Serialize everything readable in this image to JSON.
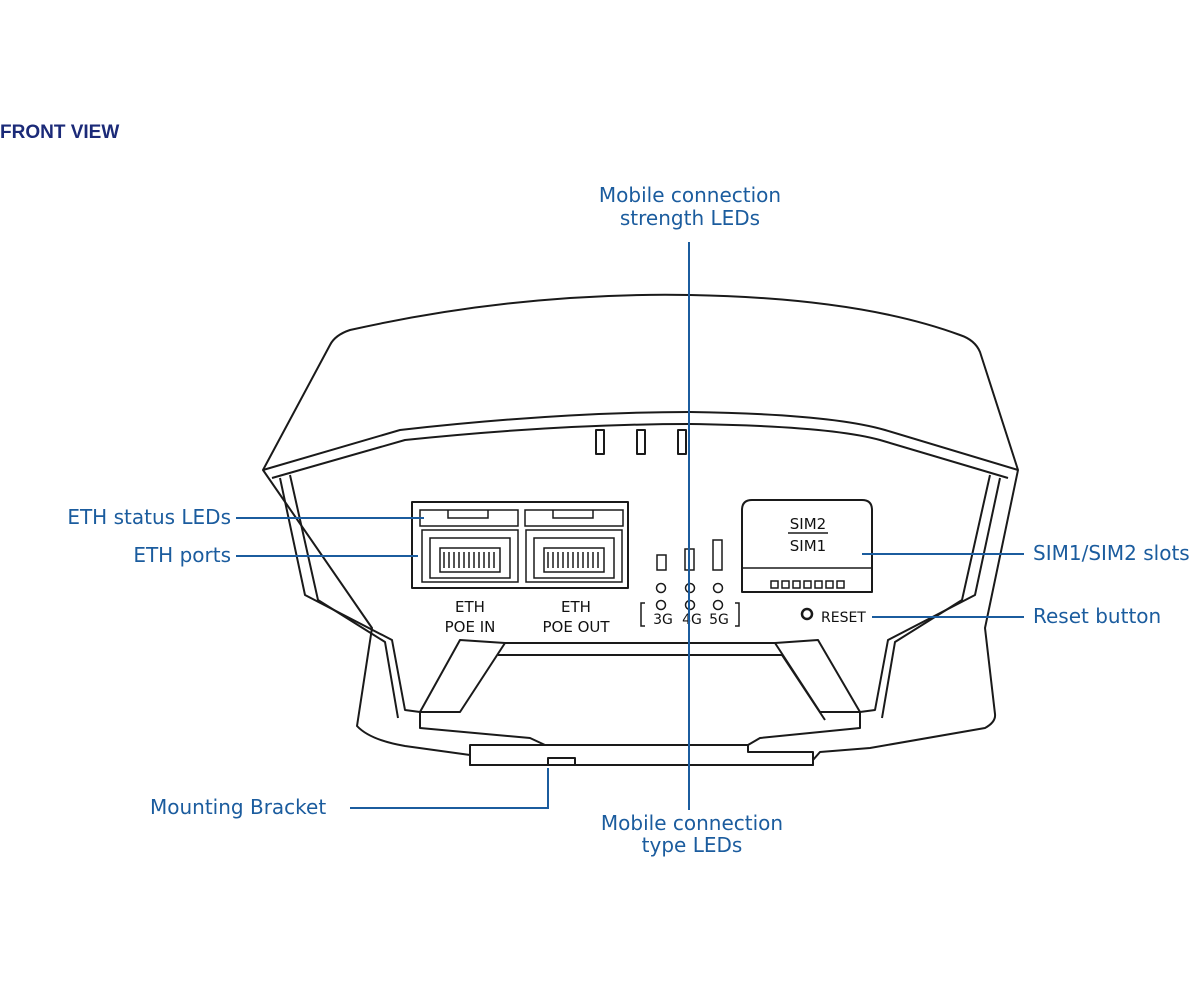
{
  "view_title": "FRONT VIEW",
  "callouts": {
    "strength_leds_line1": "Mobile connection",
    "strength_leds_line2": "strength LEDs",
    "eth_status_leds": "ETH status LEDs",
    "eth_ports": "ETH ports",
    "sim_slots": "SIM1/SIM2 slots",
    "reset_button": "Reset button",
    "mounting_bracket": "Mounting Bracket",
    "type_leds_line1": "Mobile connection",
    "type_leds_line2": "type LEDs"
  },
  "device_labels": {
    "port1_line1": "ETH",
    "port1_line2": "POE IN",
    "port2_line1": "ETH",
    "port2_line2": "POE OUT",
    "led_3g": "3G",
    "led_4g": "4G",
    "led_5g": "5G",
    "sim_top": "SIM2",
    "sim_bottom": "SIM1",
    "reset": "RESET"
  },
  "colors": {
    "title": "#1b2a78",
    "callout": "#1b5c9e",
    "outline": "#1a1a1a"
  }
}
